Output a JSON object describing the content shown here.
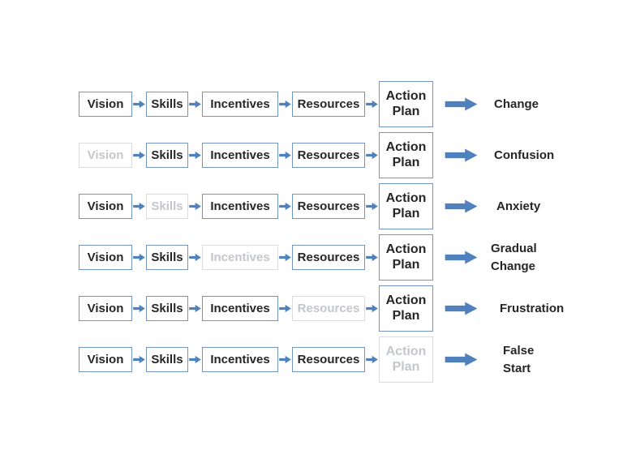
{
  "diagram": {
    "columns": [
      "Vision",
      "Skills",
      "Incentives",
      "Resources",
      "Action Plan"
    ],
    "rows": [
      {
        "boxes": [
          {
            "label": "Vision",
            "active": true
          },
          {
            "label": "Skills",
            "active": true
          },
          {
            "label": "Incentives",
            "active": true
          },
          {
            "label": "Resources",
            "active": true
          },
          {
            "label": "Action Plan",
            "active": true
          }
        ],
        "outcome": "Change"
      },
      {
        "boxes": [
          {
            "label": "Vision",
            "active": false
          },
          {
            "label": "Skills",
            "active": true
          },
          {
            "label": "Incentives",
            "active": true
          },
          {
            "label": "Resources",
            "active": true
          },
          {
            "label": "Action Plan",
            "active": true
          }
        ],
        "outcome": "Confusion"
      },
      {
        "boxes": [
          {
            "label": "Vision",
            "active": true
          },
          {
            "label": "Skills",
            "active": false
          },
          {
            "label": "Incentives",
            "active": true
          },
          {
            "label": "Resources",
            "active": true
          },
          {
            "label": "Action Plan",
            "active": true
          }
        ],
        "outcome": "Anxiety"
      },
      {
        "boxes": [
          {
            "label": "Vision",
            "active": true
          },
          {
            "label": "Skills",
            "active": true
          },
          {
            "label": "Incentives",
            "active": false
          },
          {
            "label": "Resources",
            "active": true
          },
          {
            "label": "Action Plan",
            "active": true
          }
        ],
        "outcome": "Gradual\nChange"
      },
      {
        "boxes": [
          {
            "label": "Vision",
            "active": true
          },
          {
            "label": "Skills",
            "active": true
          },
          {
            "label": "Incentives",
            "active": true
          },
          {
            "label": "Resources",
            "active": false
          },
          {
            "label": "Action Plan",
            "active": true
          }
        ],
        "outcome": "Frustration"
      },
      {
        "boxes": [
          {
            "label": "Vision",
            "active": true
          },
          {
            "label": "Skills",
            "active": true
          },
          {
            "label": "Incentives",
            "active": true
          },
          {
            "label": "Resources",
            "active": true
          },
          {
            "label": "Action Plan",
            "active": false
          }
        ],
        "outcome": "False\nStart"
      }
    ]
  },
  "icons": {
    "flow_arrow": "block-arrow-right",
    "result_arrow": "block-arrow-right"
  },
  "colors": {
    "arrow_blue": "#4f81bd",
    "box_border_active": "#7295c2",
    "box_border_inactive": "#dcdcdc",
    "text_active": "#262626",
    "text_inactive": "#c3c7cb"
  }
}
